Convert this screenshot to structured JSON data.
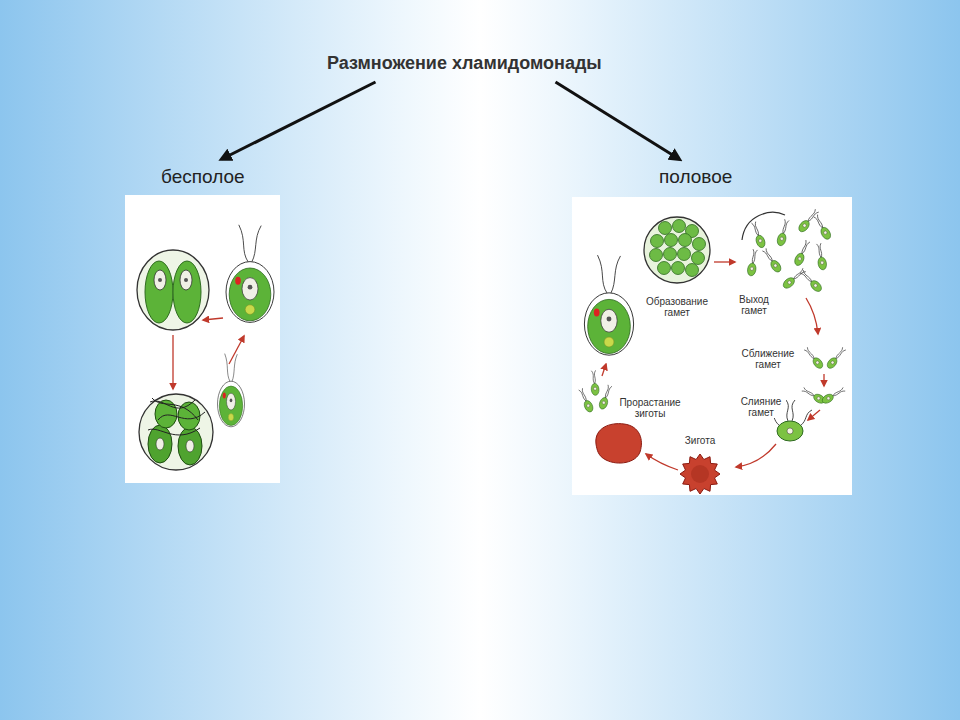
{
  "diagram": {
    "nodes": [
      {
        "text": [
          "Размножение хламидомонады"
        ]
      },
      {
        "text": [
          "бесполое"
        ]
      },
      {
        "text": [
          "половое"
        ]
      }
    ],
    "edges": [
      {
        "from": 0,
        "to": 1,
        "arrow": "to"
      },
      {
        "from": 0,
        "to": 2,
        "arrow": "to"
      }
    ],
    "labels": [
      "Образование гамет",
      "Выход гамет",
      "Сближение гамет",
      "Слияние гамет",
      "Зигота",
      "Прорастание зиготы"
    ]
  }
}
